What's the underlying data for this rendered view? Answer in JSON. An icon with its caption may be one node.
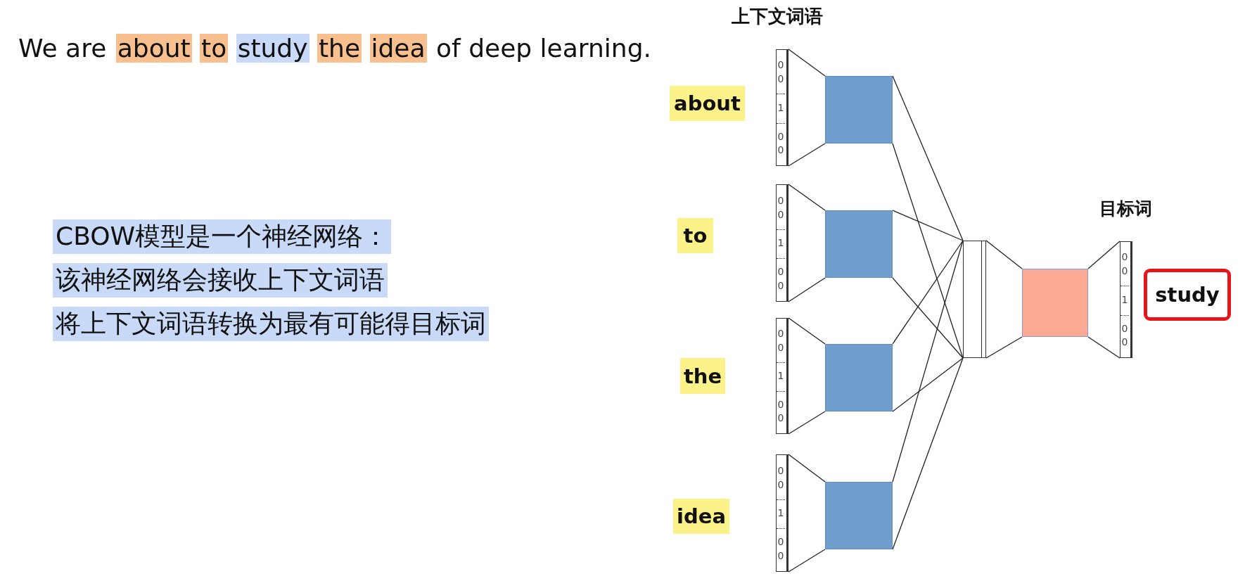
{
  "diagram": {
    "nodes": [
      {
        "text": [
          "about"
        ]
      },
      {
        "text": [
          "0",
          "0",
          "1",
          "0",
          "0"
        ]
      },
      {
        "text": [],
        "shape": "box"
      },
      {
        "text": [
          "to"
        ]
      },
      {
        "text": [
          "0",
          "0",
          "1",
          "0",
          "0"
        ]
      },
      {
        "text": [],
        "shape": "box"
      },
      {
        "text": [
          "the"
        ]
      },
      {
        "text": [
          "0",
          "0",
          "1",
          "0",
          "0"
        ]
      },
      {
        "text": [],
        "shape": "box"
      },
      {
        "text": [
          "idea"
        ]
      },
      {
        "text": [
          "0",
          "0",
          "1",
          "0",
          "0"
        ]
      },
      {
        "text": [],
        "shape": "box"
      },
      {
        "text": [],
        "shape": "bar"
      },
      {
        "text": [],
        "shape": "box"
      },
      {
        "text": [
          "0",
          "0",
          "1",
          "0",
          "0"
        ]
      },
      {
        "text": [
          "study"
        ]
      }
    ],
    "edges": [
      {
        "from": 1,
        "to": 2,
        "arrow": "none"
      },
      {
        "from": 1,
        "to": 2,
        "arrow": "none"
      },
      {
        "from": 4,
        "to": 5,
        "arrow": "none"
      },
      {
        "from": 4,
        "to": 5,
        "arrow": "none"
      },
      {
        "from": 7,
        "to": 8,
        "arrow": "none"
      },
      {
        "from": 7,
        "to": 8,
        "arrow": "none"
      },
      {
        "from": 10,
        "to": 11,
        "arrow": "none"
      },
      {
        "from": 10,
        "to": 11,
        "arrow": "none"
      },
      {
        "from": 2,
        "to": 12,
        "arrow": "none"
      },
      {
        "from": 2,
        "to": 12,
        "arrow": "none"
      },
      {
        "from": 5,
        "to": 12,
        "arrow": "none"
      },
      {
        "from": 5,
        "to": 12,
        "arrow": "none"
      },
      {
        "from": 8,
        "to": 12,
        "arrow": "none"
      },
      {
        "from": 8,
        "to": 12,
        "arrow": "none"
      },
      {
        "from": 11,
        "to": 12,
        "arrow": "none"
      },
      {
        "from": 11,
        "to": 12,
        "arrow": "none"
      },
      {
        "from": 12,
        "to": 13,
        "arrow": "none"
      },
      {
        "from": 12,
        "to": 13,
        "arrow": "none"
      },
      {
        "from": 13,
        "to": 14,
        "arrow": "none"
      },
      {
        "from": 13,
        "to": 14,
        "arrow": "none"
      }
    ],
    "labels": [
      "We are",
      "about",
      "to",
      "study",
      "the",
      "idea",
      "of deep learning.",
      "上下文词语",
      "CBOW模型是一个神经网络：",
      "该神经网络会接收上下文词语",
      "将上下文词语转换为最有可能得目标词",
      "目标词"
    ]
  }
}
